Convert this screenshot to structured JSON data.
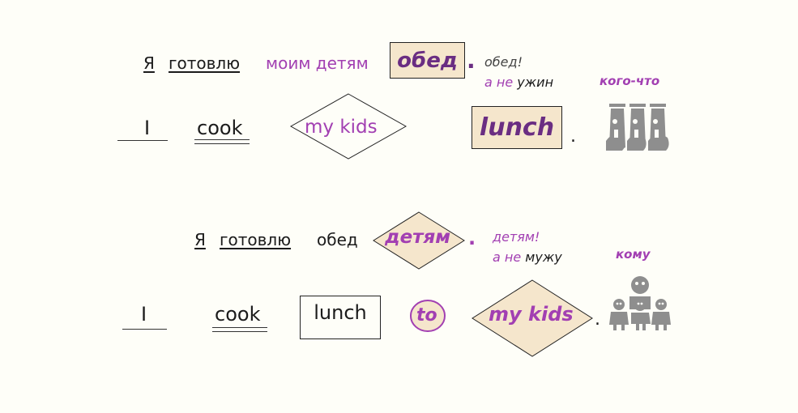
{
  "diagrams": [
    {
      "ru": {
        "subject": "Я",
        "verb": "готовлю",
        "indirect": "моим детям",
        "direct": "обед",
        "period": "."
      },
      "note": {
        "line1": "обед!",
        "line2_a": "а не",
        "line2_b": "ужин"
      },
      "question": "кого-что",
      "en": {
        "subject": "I",
        "verb": "cook",
        "indirect": "my kids",
        "direct": "lunch",
        "period": "."
      },
      "icon": "three-figures-icon"
    },
    {
      "ru": {
        "subject": "Я",
        "verb": "готовлю",
        "direct": "обед",
        "indirect": "детям",
        "period": "."
      },
      "note": {
        "line1": "детям!",
        "line2_a": "а не",
        "line2_b": "мужу"
      },
      "question": "кому",
      "en": {
        "subject": "I",
        "verb": "cook",
        "direct": "lunch",
        "preposition": "to",
        "indirect": "my kids",
        "period": "."
      },
      "icon": "family-group-icon"
    }
  ],
  "colors": {
    "purple": "#a23fb2",
    "dark_purple": "#6a2d82",
    "beige": "#f5e6cc",
    "icon_gray": "#8e8e8e"
  }
}
